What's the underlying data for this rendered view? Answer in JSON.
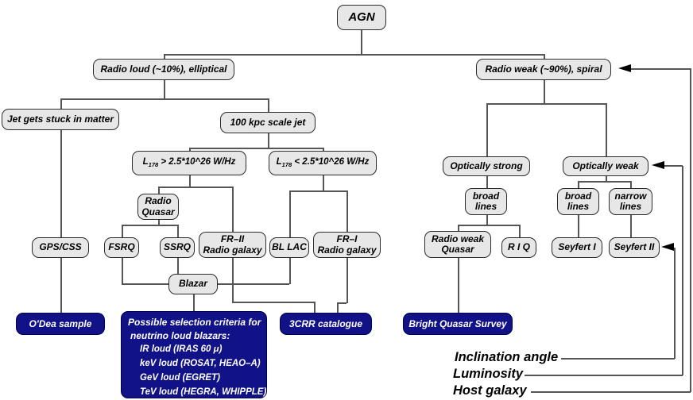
{
  "colors": {
    "node_fill": "#e7e7e7",
    "node_border": "#2b2b2b",
    "connector_line": "#555555",
    "sample_fill": "#111188",
    "sample_text": "#ffffff",
    "arrow": "#000000"
  },
  "nodes": {
    "agn": "AGN",
    "radio_loud": "Radio loud (~10%), elliptical",
    "radio_weak": "Radio weak (~90%), spiral",
    "jet_stuck": "Jet gets stuck in matter",
    "kpc_jet": "100 kpc scale jet",
    "l_high": {
      "sym": "L",
      "sub": "178",
      "rest": "> 2.5*10^26 W/Hz"
    },
    "l_low": {
      "sym": "L",
      "sub": "178",
      "rest": "< 2.5*10^26 W/Hz"
    },
    "radio_quasar": {
      "l1": "Radio",
      "l2": "Quasar"
    },
    "gps_css": "GPS/CSS",
    "fsrq": "FSRQ",
    "ssrq": "SSRQ",
    "fr2": {
      "l1": "FR–II",
      "l2": "Radio galaxy"
    },
    "bl_lac": "BL LAC",
    "fr1": {
      "l1": "FR–I",
      "l2": "Radio galaxy"
    },
    "blazar": "Blazar",
    "optically_strong": "Optically strong",
    "optically_weak": "Optically weak",
    "broad_left": {
      "l1": "broad",
      "l2": "lines"
    },
    "broad_right": {
      "l1": "broad",
      "l2": "lines"
    },
    "narrow": {
      "l1": "narrow",
      "l2": "lines"
    },
    "rwq": {
      "l1": "Radio weak",
      "l2": "Quasar"
    },
    "riq": "R I Q",
    "seyfert1": "Seyfert I",
    "seyfert2": "Seyfert II"
  },
  "samples": {
    "odea": "O'Dea sample",
    "ccrr": "3CRR catalogue",
    "bqs": "Bright Quasar Survey",
    "criteria": {
      "intro1": "Possible selection criteria for",
      "intro2": "neutrino loud blazars:",
      "items": [
        "IR loud (IRAS 60 μ)",
        "keV loud (ROSAT, HEAO–A)",
        "GeV loud (EGRET)",
        "TeV loud (HEGRA, WHIPPLE)"
      ]
    }
  },
  "annotations": {
    "inclination": "Inclination angle",
    "luminosity": "Luminosity",
    "host": "Host galaxy"
  }
}
